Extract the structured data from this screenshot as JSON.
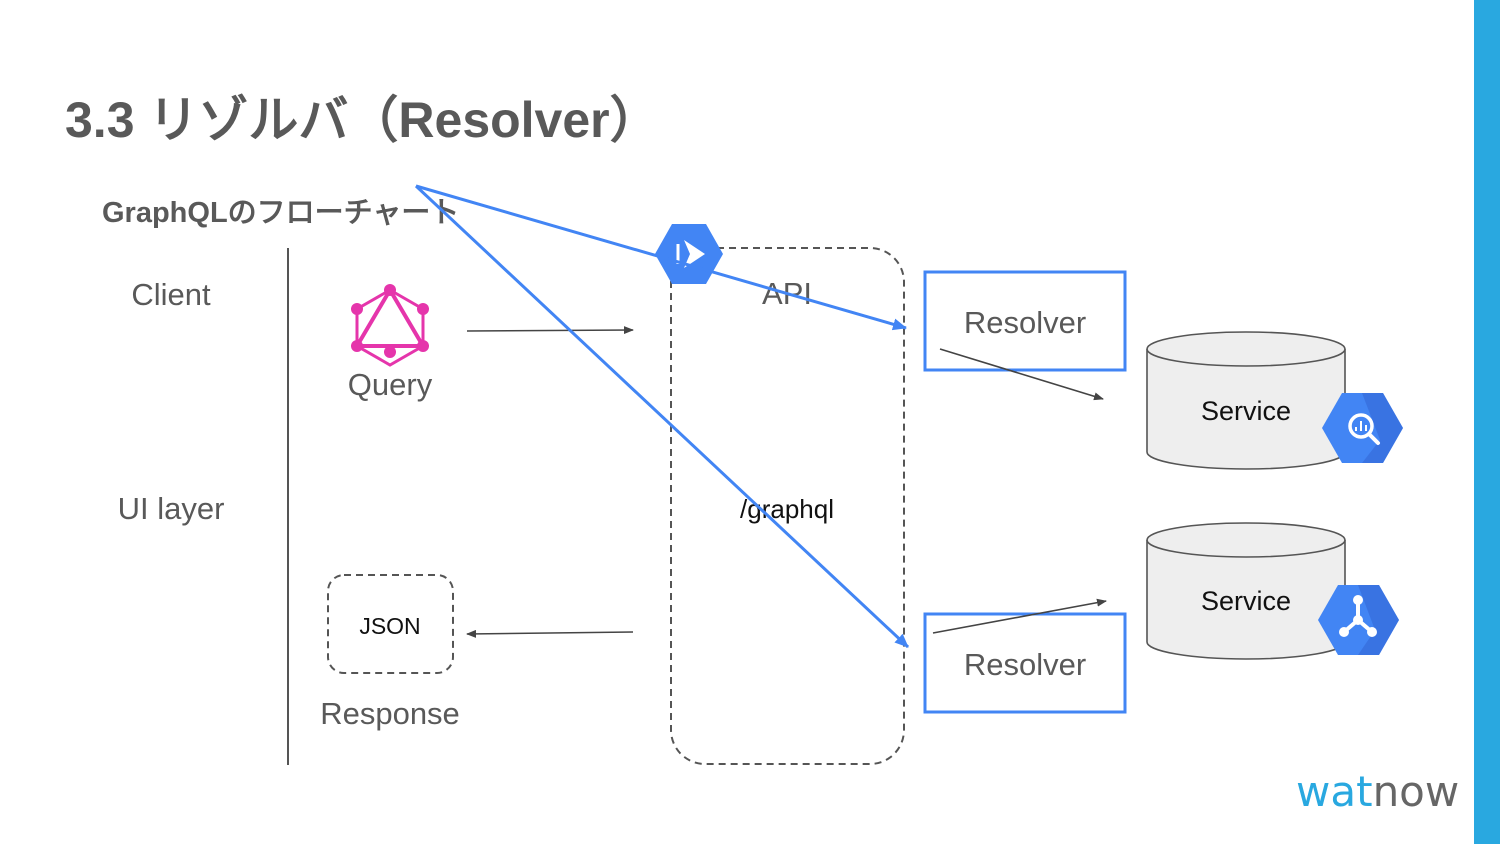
{
  "slide": {
    "title": "3.3 リゾルバ（Resolver）",
    "subtitle": "GraphQLのフローチャート",
    "brand_color": "#29a8e0",
    "accent_color": "#4285f4"
  },
  "client": {
    "heading": "Client",
    "layer_label": "UI layer",
    "query_label": "Query",
    "json_label": "JSON",
    "response_label": "Response",
    "query_icon": "graphql-logo-icon",
    "graphql_color": "#e535ab"
  },
  "api": {
    "label": "API",
    "endpoint": "/graphql",
    "icon": "cloud-endpoints-icon"
  },
  "resolvers": [
    {
      "label": "Resolver"
    },
    {
      "label": "Resolver"
    }
  ],
  "services": [
    {
      "label": "Service",
      "icon": "bigquery-icon"
    },
    {
      "label": "Service",
      "icon": "dataflow-icon"
    }
  ],
  "logo": {
    "part1": "wat",
    "part2": "now",
    "color": "#29a8e0"
  }
}
